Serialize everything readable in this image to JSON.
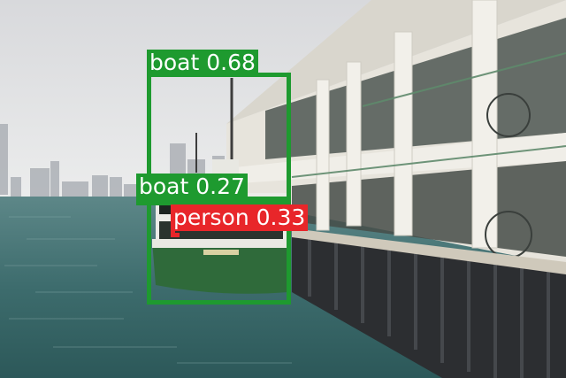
{
  "image": {
    "description_icon": "harbor-ferry-pier-photo"
  },
  "detections": [
    {
      "label": "boat 0.68",
      "color": "#1e9a2f"
    },
    {
      "label": "boat 0.27",
      "color": "#1e9a2f"
    },
    {
      "label": "person 0.33",
      "color": "#e8262a"
    }
  ],
  "colors": {
    "sky": "#e3e4e6",
    "water": "#3f6f70",
    "pier": "#e8e6df",
    "hull": "#2f6a3a",
    "box_green": "#1e9a2f",
    "box_red": "#e8262a"
  }
}
